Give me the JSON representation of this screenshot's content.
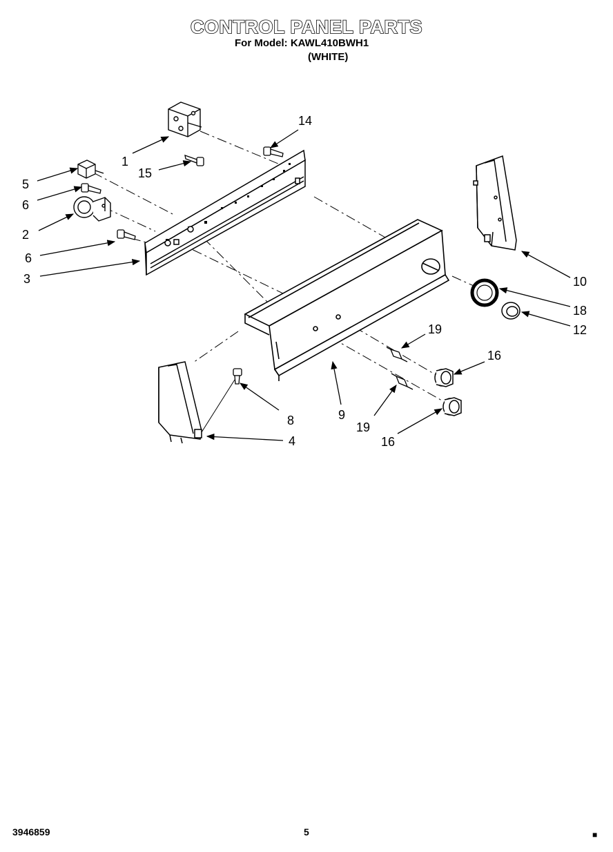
{
  "header": {
    "title": "CONTROL PANEL PARTS",
    "subtitle": "For Model: KAWL410BWH1",
    "color": "(WHITE)"
  },
  "callouts": [
    "14",
    "1",
    "15",
    "5",
    "6",
    "2",
    "6",
    "3",
    "10",
    "18",
    "12",
    "19",
    "16",
    "8",
    "9",
    "19",
    "16",
    "4"
  ],
  "footer": {
    "doc_number": "3946859",
    "page": "5"
  }
}
